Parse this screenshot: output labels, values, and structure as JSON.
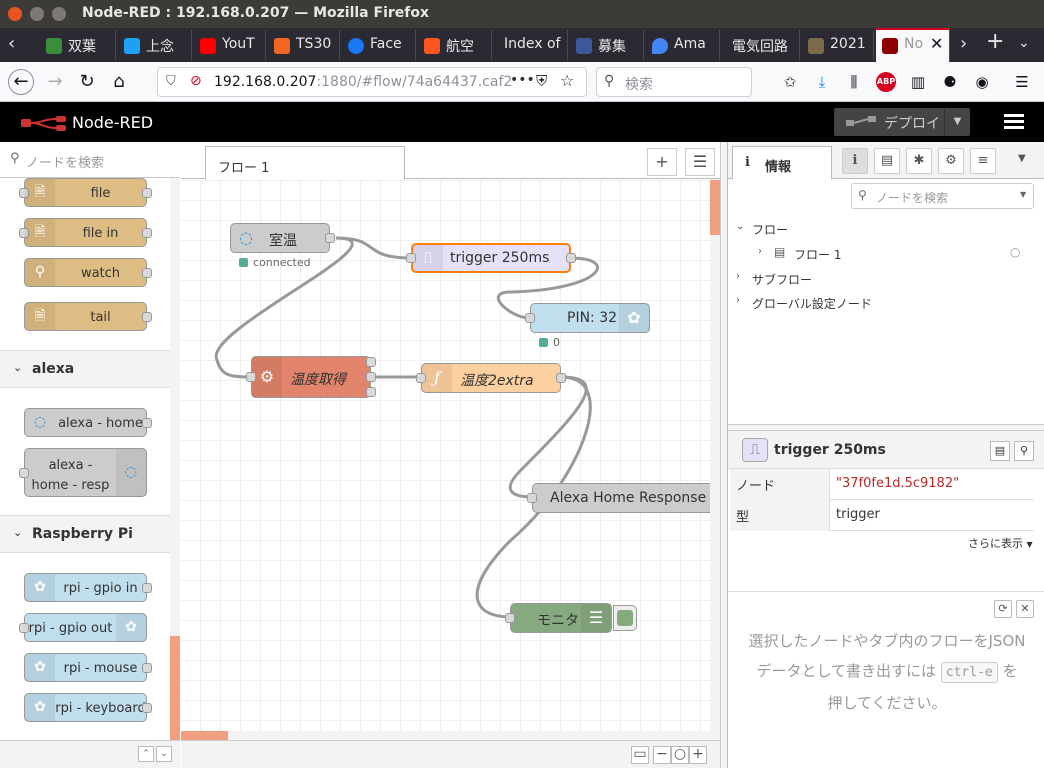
{
  "window": {
    "title": "Node-RED : 192.168.0.207 — Mozilla Firefox"
  },
  "browser": {
    "tabs": [
      {
        "label": "双葉",
        "color": "#3a8d3a"
      },
      {
        "label": "上念",
        "color": "#1da1f2"
      },
      {
        "label": "YouT",
        "color": "#ff0000"
      },
      {
        "label": "TS30",
        "color": "#f26522"
      },
      {
        "label": "Face",
        "color": "#1877f2"
      },
      {
        "label": "航空",
        "color": "#ff5722"
      },
      {
        "label": "Index of",
        "color": ""
      },
      {
        "label": "募集",
        "color": "#3b5998"
      },
      {
        "label": "Ama",
        "color": "#4285f4"
      },
      {
        "label": "電気回路",
        "color": ""
      },
      {
        "label": "2021",
        "color": "#7a6a4a"
      },
      {
        "label": "No",
        "color": "#8f0000"
      }
    ],
    "url_host": "192.168.0.207",
    "url_rest": ":1880/#flow/74a64437.caf2",
    "search_placeholder": "検索"
  },
  "app": {
    "brand": "Node-RED",
    "deploy_label": "デプロイ"
  },
  "palette": {
    "search_placeholder": "ノードを検索",
    "nodes_top": [
      {
        "label": "file"
      },
      {
        "label": "file in"
      },
      {
        "label": "watch"
      },
      {
        "label": "tail"
      }
    ],
    "categories": [
      {
        "label": "alexa",
        "nodes": [
          "alexa - home",
          "alexa - home - resp"
        ]
      },
      {
        "label": "Raspberry Pi",
        "nodes": [
          "rpi - gpio in",
          "rpi - gpio out",
          "rpi - mouse",
          "rpi - keyboard"
        ]
      }
    ]
  },
  "workspace": {
    "tab_label": "フロー 1",
    "nodes": {
      "room_temp": {
        "label": "室温",
        "status": "connected"
      },
      "trigger": {
        "label": "trigger 250ms"
      },
      "pin": {
        "label": "PIN: 32",
        "status": "0"
      },
      "get_temp": {
        "label": "温度取得"
      },
      "extra": {
        "label": "温度2extra"
      },
      "alexa_resp": {
        "label": "Alexa Home Response"
      },
      "monitor": {
        "label": "モニタ"
      }
    }
  },
  "sidebar": {
    "tab_label": "情報",
    "search_placeholder": "ノードを検索",
    "tree": {
      "flows": "フロー",
      "flow1": "フロー 1",
      "subflows": "サブフロー",
      "global": "グローバル設定ノード"
    },
    "selected": {
      "name": "trigger 250ms",
      "props": [
        {
          "key": "ノード",
          "value": "\"37f0fe1d.5c9182\""
        },
        {
          "key": "型",
          "value": "trigger"
        }
      ],
      "more": "さらに表示"
    },
    "help": {
      "line1": "選択したノードやタブ内のフローをJSON",
      "line2a": "データとして書き出すには",
      "key": "ctrl-e",
      "line2b": "を",
      "line3": "押してください。"
    }
  }
}
